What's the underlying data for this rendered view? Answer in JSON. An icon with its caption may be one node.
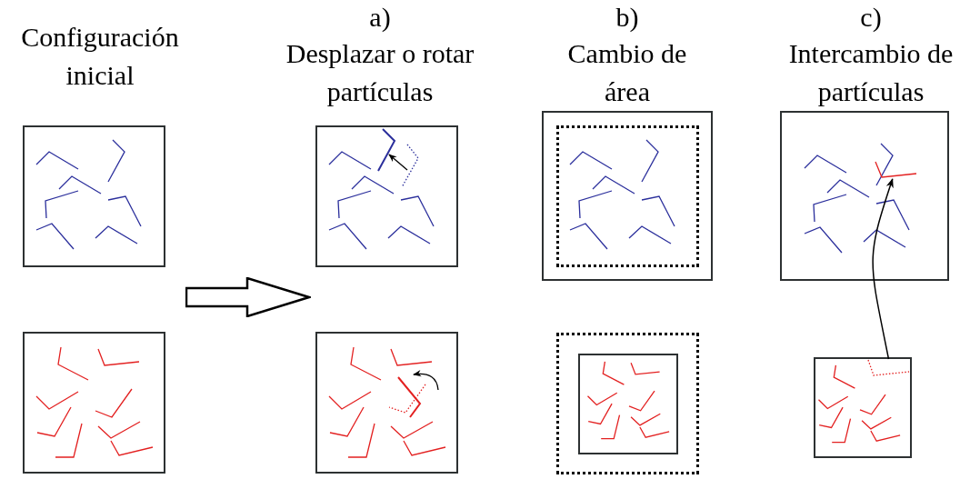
{
  "diagram": {
    "nodes": [
      {
        "text": [],
        "shape": "box"
      },
      {
        "text": [],
        "shape": "box"
      },
      {
        "text": [],
        "shape": "box"
      },
      {
        "text": [],
        "shape": "box",
        "in": 2
      },
      {
        "text": [],
        "shape": "box"
      },
      {
        "text": [],
        "shape": "picture",
        "in": 4
      },
      {
        "text": [],
        "shape": "box"
      },
      {
        "text": [],
        "shape": "box"
      },
      {
        "text": [],
        "shape": "box"
      },
      {
        "text": [],
        "shape": "box",
        "in": 8
      },
      {
        "text": [],
        "shape": "box"
      },
      {
        "text": [],
        "shape": "picture",
        "in": 10
      }
    ],
    "edges": [
      {
        "from": 11,
        "to": 5,
        "arrow": "to"
      }
    ],
    "labels": [
      "Configuración inicial",
      "a)",
      "Desplazar o rotar partículas",
      "b)",
      "Cambio de área",
      "c)",
      "Intercambio de partículas"
    ]
  }
}
